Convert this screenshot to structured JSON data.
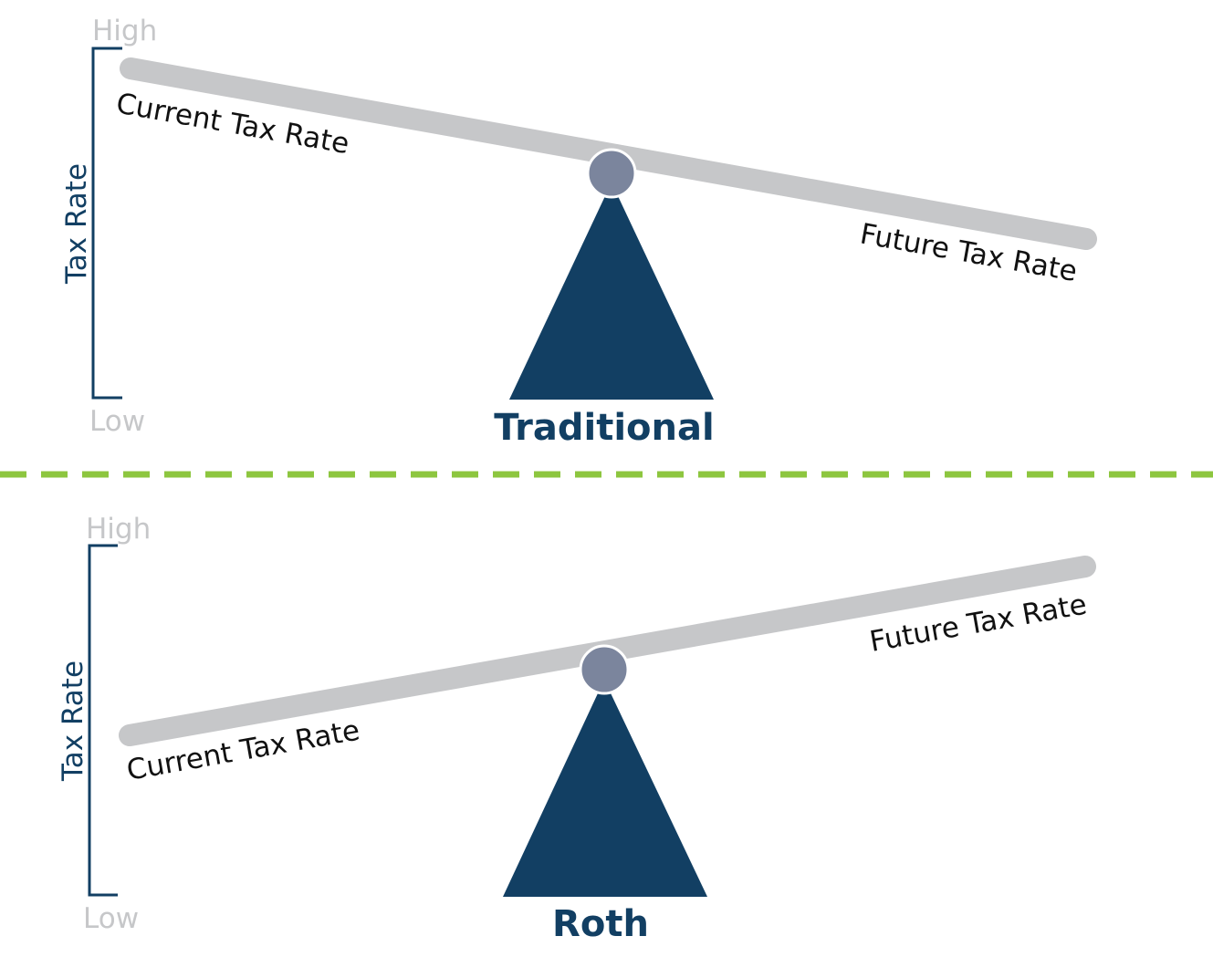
{
  "colors": {
    "navy": "#123f63",
    "beam": "#c6c7c9",
    "pivot": "#7b859d",
    "muted_text": "#c6c7c9",
    "divider": "#8dc63f",
    "label_text": "#111111"
  },
  "panels": {
    "traditional": {
      "title": "Traditional",
      "axis_title": "Tax Rate",
      "high_label": "High",
      "low_label": "Low",
      "current_label": "Current Tax Rate",
      "future_label": "Future Tax Rate"
    },
    "roth": {
      "title": "Roth",
      "axis_title": "Tax Rate",
      "high_label": "High",
      "low_label": "Low",
      "current_label": "Current Tax Rate",
      "future_label": "Future Tax Rate"
    }
  }
}
